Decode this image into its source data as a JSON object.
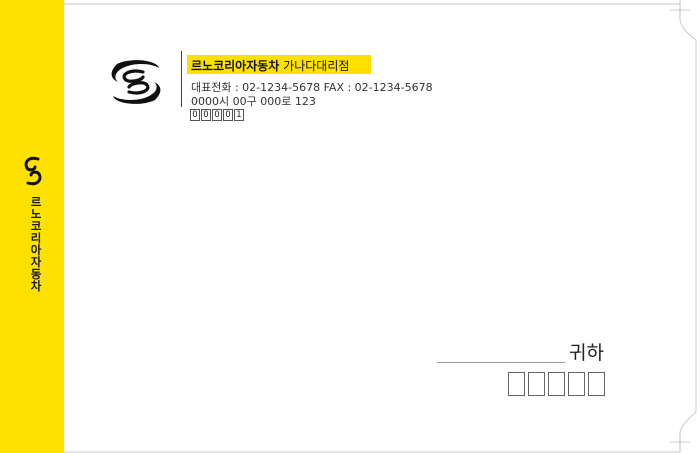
{
  "brand": {
    "name": "르노코리아자동차",
    "branch": "가나다대리점",
    "accent_color": "#ffe100"
  },
  "contact": {
    "phone_line": "대표전화 : 02-1234-5678  FAX : 02-1234-5678",
    "address": "0000시 00구 000로 123"
  },
  "sender_zip": [
    "0",
    "0",
    "0",
    "0",
    "1"
  ],
  "side_band": {
    "text": "르노코리아자동차"
  },
  "recipient": {
    "honorific": "귀하",
    "zip_box_count": 5
  },
  "icons": [
    "renault-korea-logo-icon"
  ]
}
